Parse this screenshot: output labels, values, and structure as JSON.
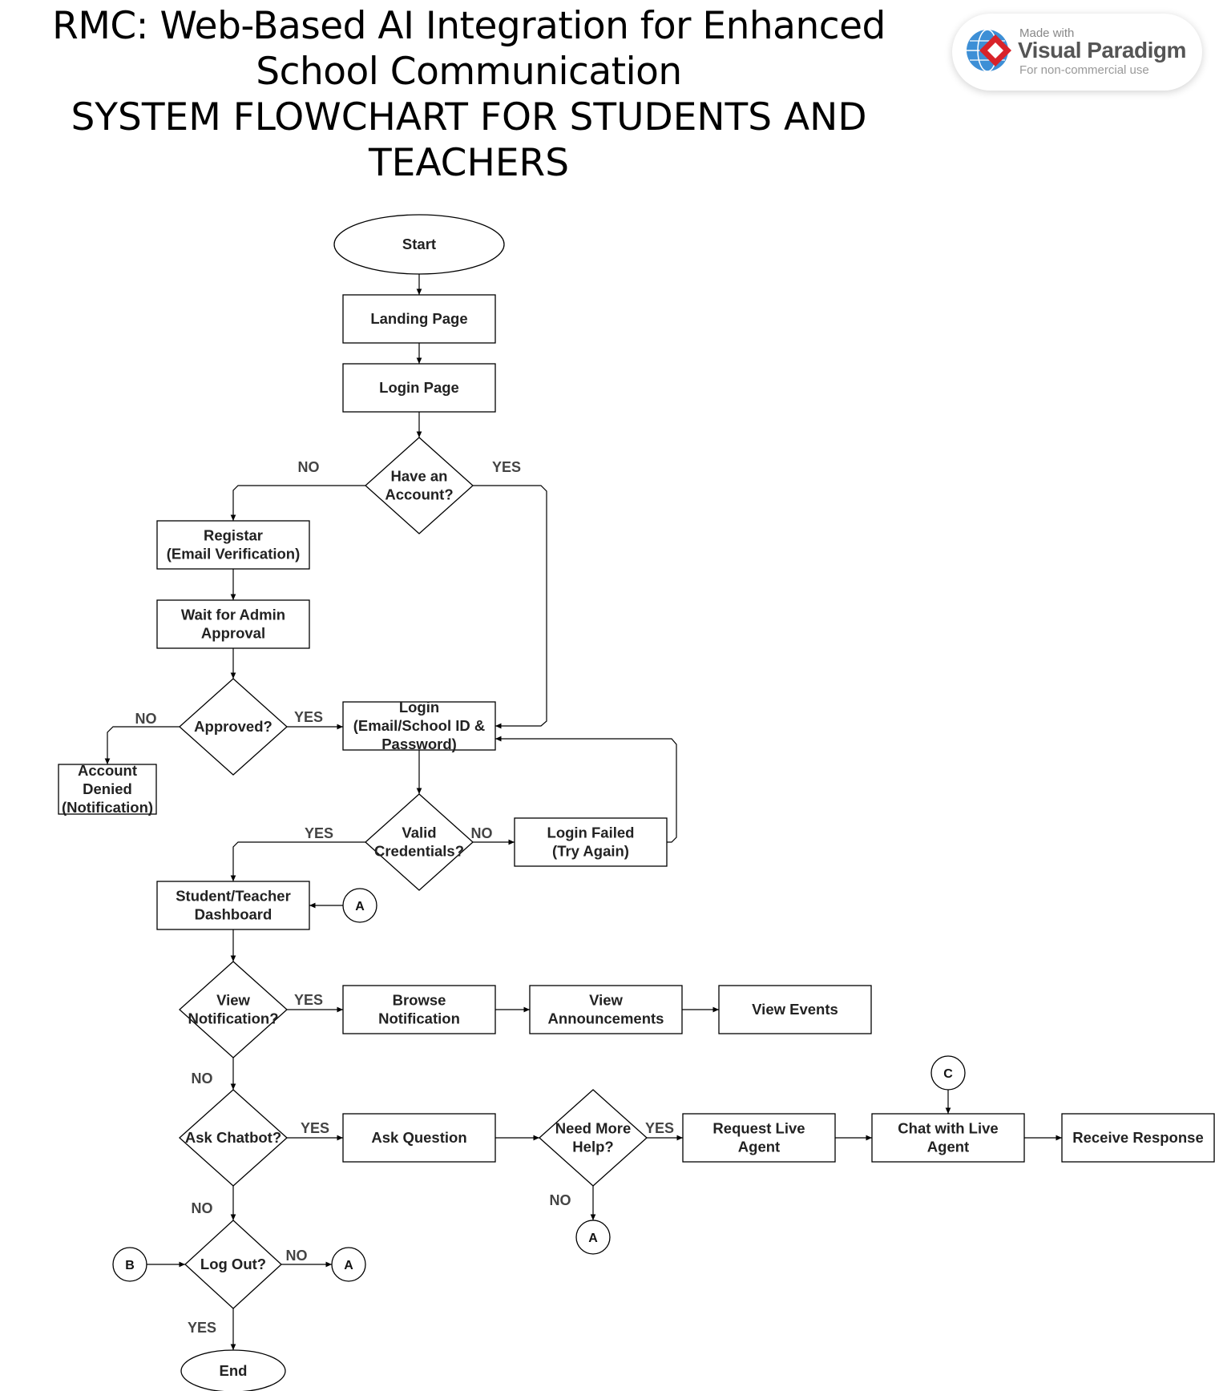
{
  "title": {
    "line1": "RMC: Web-Based AI Integration for Enhanced",
    "line2": "School Communication",
    "line3": "SYSTEM FLOWCHART FOR STUDENTS AND",
    "line4": "TEACHERS"
  },
  "watermark": {
    "made_with": "Made with",
    "brand": "Visual Paradigm",
    "note": "For non-commercial use",
    "icon": "visual-paradigm-logo"
  },
  "nodes": {
    "start": [
      "Start"
    ],
    "landing_page": [
      "Landing Page"
    ],
    "login_page": [
      "Login Page"
    ],
    "have_account": [
      "Have an",
      "Account?"
    ],
    "register": [
      "Registar",
      "(Email Verification)"
    ],
    "wait_approval": [
      "Wait for Admin",
      "Approval"
    ],
    "approved": [
      "Approved?"
    ],
    "account_denied": [
      "Account",
      "Denied",
      "(Notification)"
    ],
    "login_credentials": [
      "Login",
      "(Email/School ID &",
      "Password)"
    ],
    "valid_credentials": [
      "Valid",
      "Credentials?"
    ],
    "login_failed": [
      "Login Failed",
      "(Try Again)"
    ],
    "dashboard": [
      "Student/Teacher",
      "Dashboard"
    ],
    "view_notification": [
      "View",
      "Notification?"
    ],
    "browse_notification": [
      "Browse",
      "Notification"
    ],
    "view_announcements": [
      "View",
      "Announcements"
    ],
    "view_events": [
      "View Events"
    ],
    "ask_chatbot": [
      "Ask Chatbot?"
    ],
    "ask_question": [
      "Ask Question"
    ],
    "need_more_help": [
      "Need More",
      "Help?"
    ],
    "request_live_agent": [
      "Request Live",
      "Agent"
    ],
    "chat_live_agent": [
      "Chat with Live",
      "Agent"
    ],
    "receive_response": [
      "Receive Response"
    ],
    "log_out": [
      "Log Out?"
    ],
    "end": [
      "End"
    ]
  },
  "connectors": {
    "a_dashboard": "A",
    "c_chat": "C",
    "a_help": "A",
    "b_logout": "B",
    "a_logout": "A"
  },
  "labels": {
    "have_no": "NO",
    "have_yes": "YES",
    "approved_no": "NO",
    "approved_yes": "YES",
    "valid_yes": "YES",
    "valid_no": "NO",
    "notif_yes": "YES",
    "notif_no": "NO",
    "chatbot_yes": "YES",
    "chatbot_no": "NO",
    "help_yes": "YES",
    "help_no": "NO",
    "logout_no": "NO",
    "logout_yes": "YES"
  }
}
